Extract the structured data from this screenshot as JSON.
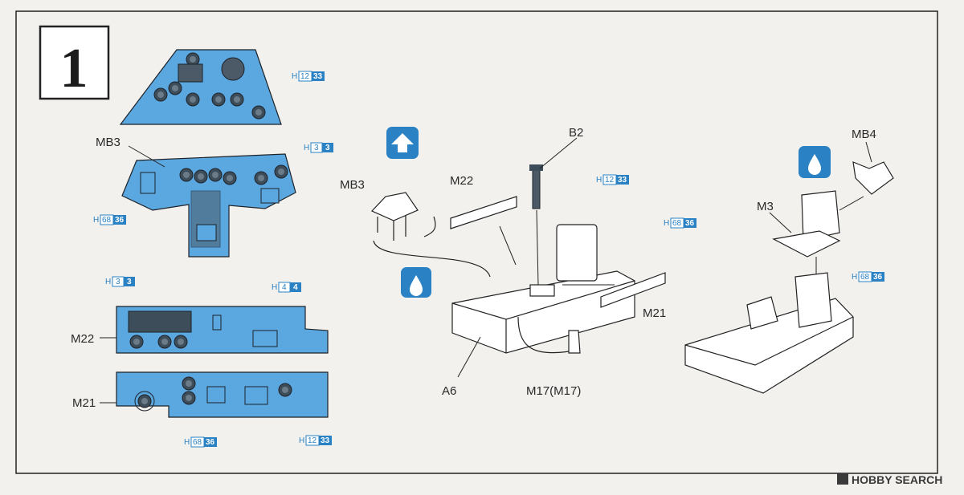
{
  "step": {
    "number": "1"
  },
  "panel_labels": {
    "mb3_left": "MB3",
    "m22_left": "M22",
    "m21_left": "M21",
    "mb3_center": "MB3",
    "m22_center": "M22",
    "b2": "B2",
    "m21_center": "M21",
    "a6": "A6",
    "m17": "M17(M17)",
    "mb4": "MB4",
    "m3": "M3"
  },
  "paint_codes": [
    {
      "id": "c1",
      "letter": "H",
      "n1": "12",
      "n2": "33"
    },
    {
      "id": "c2",
      "letter": "H",
      "n1": "3",
      "n2": "3"
    },
    {
      "id": "c3",
      "letter": "H",
      "n1": "68",
      "n2": "36"
    },
    {
      "id": "c4",
      "letter": "H",
      "n1": "3",
      "n2": "3"
    },
    {
      "id": "c5",
      "letter": "H",
      "n1": "4",
      "n2": "4"
    },
    {
      "id": "c6",
      "letter": "H",
      "n1": "68",
      "n2": "36"
    },
    {
      "id": "c7",
      "letter": "H",
      "n1": "12",
      "n2": "33"
    },
    {
      "id": "c8",
      "letter": "H",
      "n1": "12",
      "n2": "33"
    },
    {
      "id": "c9",
      "letter": "H",
      "n1": "68",
      "n2": "36"
    },
    {
      "id": "c10",
      "letter": "H",
      "n1": "68",
      "n2": "36"
    }
  ],
  "icons": {
    "flip": "flip-over-icon",
    "glue1": "glue-drop-icon",
    "glue2": "glue-drop-icon"
  },
  "watermark": "HOBBY SEARCH",
  "colors": {
    "part_blue": "#5ba7e0",
    "code_blue": "#2a82c4",
    "frame": "#222222",
    "paper": "#f2f1ee"
  }
}
